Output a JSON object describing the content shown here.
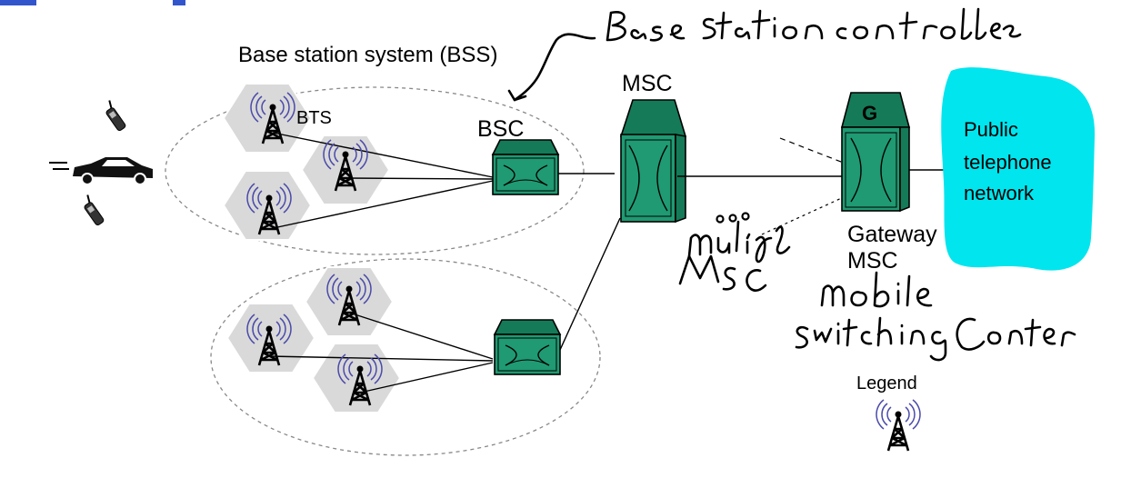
{
  "bss_label": "Base station system (BSS)",
  "bts_label": "BTS",
  "bsc_label": "BSC",
  "msc_label": "MSC",
  "gateway_letter": "G",
  "gateway_label_line1": "Gateway",
  "gateway_label_line2": "MSC",
  "public_network_line1": "Public",
  "public_network_line2": "telephone",
  "public_network_line3": "network",
  "legend_label": "Legend",
  "handwritten": {
    "bsc_note": "Base station controller",
    "dots": "...",
    "multiple_line1": "multiple",
    "multiple_line2": "MSC",
    "mobile_line1": "mobile",
    "mobile_line2": "switching center"
  },
  "colors": {
    "switch_green": "#1f9a72",
    "cell_grey": "#d9d9d9",
    "public_network_cyan": "#00e5ee",
    "antenna_waves": "#4a4aaa"
  },
  "icons": [
    "cell-phone-icon",
    "car-icon",
    "bts-tower-icon",
    "switch-icon"
  ]
}
